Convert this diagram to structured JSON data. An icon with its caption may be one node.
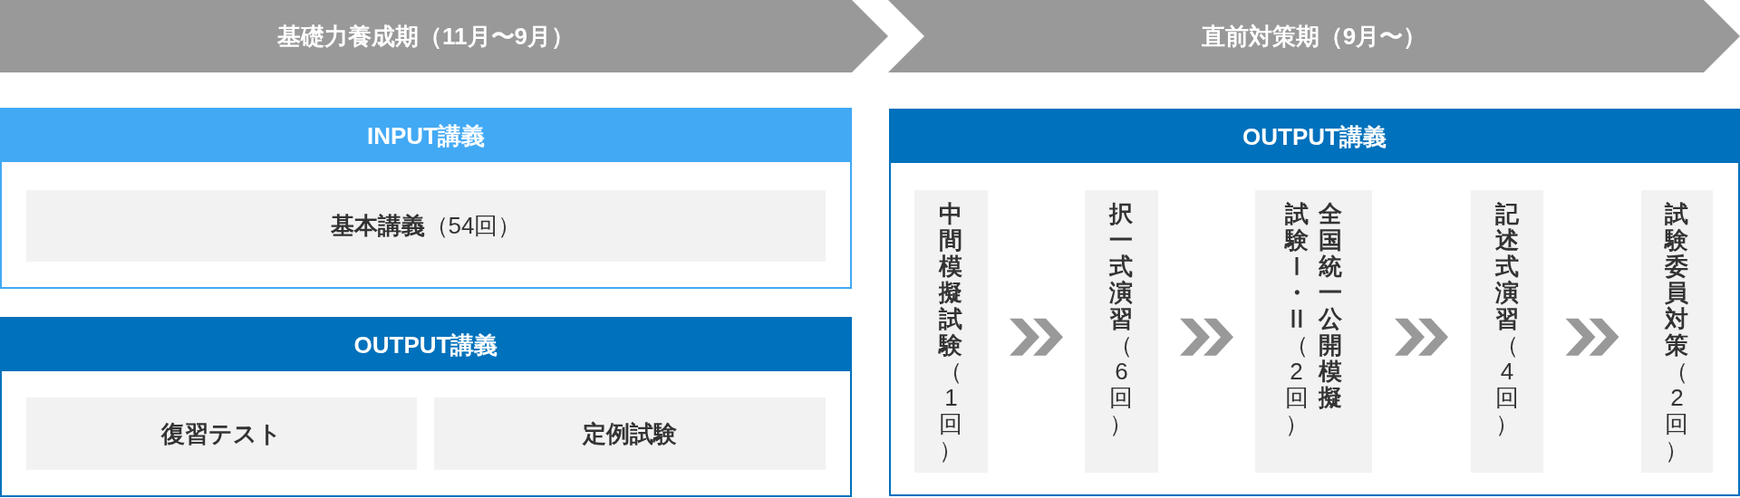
{
  "diagram": {
    "nodes": [
      {
        "text": [
          "基礎力養成期（11月〜9月）"
        ]
      },
      {
        "text": [
          "直前対策期（9月〜）"
        ]
      },
      {
        "text": [
          "INPUT講義"
        ]
      },
      {
        "text": [
          "**基本講義**（54回）"
        ],
        "in": 2
      },
      {
        "text": [
          "OUTPUT講義"
        ]
      },
      {
        "text": [
          "復習テスト"
        ],
        "in": 4
      },
      {
        "text": [
          "定例試験"
        ],
        "in": 4
      },
      {
        "text": [
          "OUTPUT講義"
        ]
      },
      {
        "text": [
          "**中間模擬試験**（1回）"
        ],
        "in": 7
      },
      {
        "text": [
          "**択一式演習**（6回）"
        ],
        "in": 7
      },
      {
        "text": [
          "**全国統一公開模擬試験Ⅰ・Ⅱ**（2回）"
        ],
        "in": 7
      },
      {
        "text": [
          "**記述式演習**（4回）"
        ],
        "in": 7
      },
      {
        "text": [
          "**試験委員対策**（2回）"
        ],
        "in": 7
      }
    ],
    "edges": [
      {
        "from": 8,
        "to": 9,
        "arrow": "to"
      },
      {
        "from": 9,
        "to": 10,
        "arrow": "to"
      },
      {
        "from": 10,
        "to": 11,
        "arrow": "to"
      },
      {
        "from": 11,
        "to": 12,
        "arrow": "to"
      }
    ]
  }
}
